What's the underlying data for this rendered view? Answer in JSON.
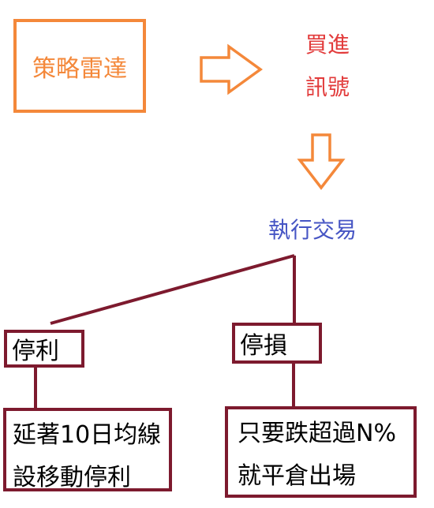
{
  "nodes": {
    "radar": "策略雷達",
    "signal_line1": "買進",
    "signal_line2": "訊號",
    "execute": "執行交易",
    "take_profit": "停利",
    "stop_loss": "停損",
    "take_profit_rule_line1": "延著10日均線",
    "take_profit_rule_line2": "設移動停利",
    "stop_loss_rule_line1": "只要跌超過N%",
    "stop_loss_rule_line2": "就平倉出場"
  },
  "colors": {
    "orange": "#f4883a",
    "red_text": "#e23b3b",
    "blue_text": "#4655c4",
    "dark_red": "#7d1a2e"
  }
}
